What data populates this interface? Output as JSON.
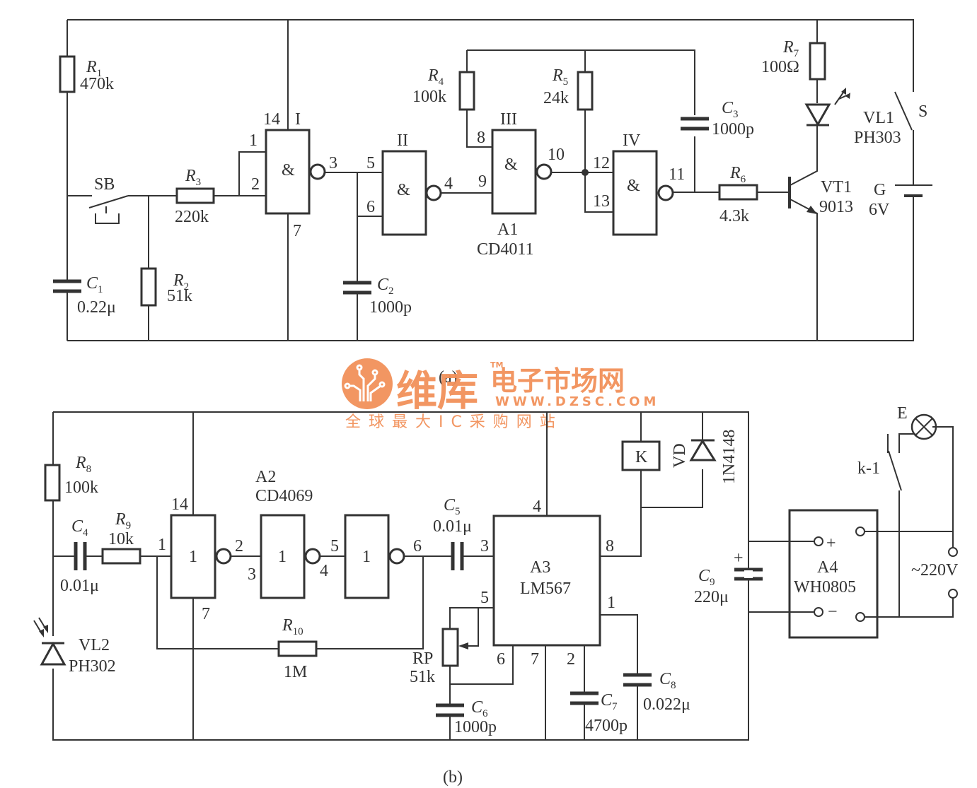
{
  "figure": {
    "caption_a": "(a)",
    "caption_b": "(b)"
  },
  "circuit_a": {
    "R1": {
      "name": "R",
      "sub": "1",
      "value": "470k"
    },
    "R2": {
      "name": "R",
      "sub": "2",
      "value": "51k"
    },
    "R3": {
      "name": "R",
      "sub": "3",
      "value": "220k"
    },
    "R4": {
      "name": "R",
      "sub": "4",
      "value": "100k"
    },
    "R5": {
      "name": "R",
      "sub": "5",
      "value": "24k"
    },
    "R6": {
      "name": "R",
      "sub": "6",
      "value": "4.3k"
    },
    "R7": {
      "name": "R",
      "sub": "7",
      "value": "100Ω"
    },
    "C1": {
      "name": "C",
      "sub": "1",
      "value": "0.22μ"
    },
    "C2": {
      "name": "C",
      "sub": "2",
      "value": "1000p"
    },
    "C3": {
      "name": "C",
      "sub": "3",
      "value": "1000p"
    },
    "SB": "SB",
    "gates": {
      "g1": {
        "roman": "I",
        "symbol": "&",
        "pins": [
          "14",
          "1",
          "2",
          "3",
          "7"
        ]
      },
      "g2": {
        "roman": "II",
        "symbol": "&",
        "pins": [
          "5",
          "6",
          "4"
        ]
      },
      "g3": {
        "roman": "III",
        "symbol": "&",
        "pins": [
          "8",
          "9",
          "10"
        ]
      },
      "g4": {
        "roman": "IV",
        "symbol": "&",
        "pins": [
          "12",
          "13",
          "11"
        ]
      }
    },
    "A1": {
      "name": "A1",
      "part": "CD4011"
    },
    "VT1": {
      "name": "VT1",
      "part": "9013"
    },
    "VL1": {
      "name": "VL1",
      "part": "PH303"
    },
    "S": "S",
    "G": {
      "name": "G",
      "value": "6V"
    }
  },
  "circuit_b": {
    "R8": {
      "name": "R",
      "sub": "8",
      "value": "100k"
    },
    "R9": {
      "name": "R",
      "sub": "9",
      "value": "10k"
    },
    "R10": {
      "name": "R",
      "sub": "10",
      "value": "1M"
    },
    "C4": {
      "name": "C",
      "sub": "4",
      "value": "0.01μ"
    },
    "C5": {
      "name": "C",
      "sub": "5",
      "value": "0.01μ"
    },
    "C6": {
      "name": "C",
      "sub": "6",
      "value": "1000p"
    },
    "C7": {
      "name": "C",
      "sub": "7",
      "value": "4700p"
    },
    "C8": {
      "name": "C",
      "sub": "8",
      "value": "0.022μ"
    },
    "C9": {
      "name": "C",
      "sub": "9",
      "value": "220μ",
      "polarity": "+"
    },
    "RP": {
      "name": "RP",
      "value": "51k"
    },
    "VL2": {
      "name": "VL2",
      "part": "PH302"
    },
    "A2": {
      "name": "A2",
      "part": "CD4069"
    },
    "inverters": {
      "inv1": {
        "symbol": "1",
        "pins": [
          "14",
          "1",
          "2",
          "7"
        ]
      },
      "inv2": {
        "symbol": "1",
        "pins": [
          "3",
          "4"
        ]
      },
      "inv3": {
        "symbol": "1",
        "pins": [
          "5",
          "6"
        ]
      }
    },
    "A3": {
      "name": "A3",
      "part": "LM567",
      "pins": [
        "4",
        "3",
        "8",
        "5",
        "1",
        "6",
        "7",
        "2"
      ]
    },
    "K": "K",
    "VD": {
      "name": "VD",
      "part": "1N4148"
    },
    "A4": {
      "name": "A4",
      "part": "WH0805",
      "plus": "+",
      "minus": "−"
    },
    "k1": "k-1",
    "E": "E",
    "mains": "~220V"
  },
  "watermark": {
    "brand_cn_1": "维库",
    "brand_cn_2": "电子市场网",
    "tm": "TM",
    "url": "WWW.DZSC.COM",
    "slogan": "全 球 最 大 I C 采 购 网 站",
    "color": "#f2915a"
  }
}
